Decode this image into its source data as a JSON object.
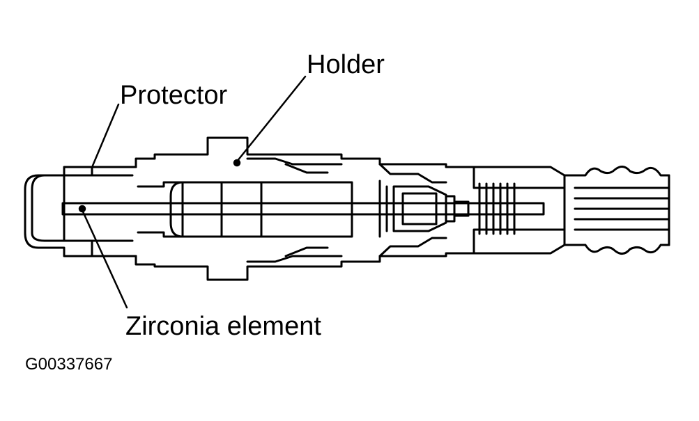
{
  "labels": {
    "holder": "Holder",
    "protector": "Protector",
    "zirconia_element": "Zirconia element",
    "figure_id": "G00337667"
  },
  "colors": {
    "ink": "#000000",
    "paper": "#ffffff"
  }
}
